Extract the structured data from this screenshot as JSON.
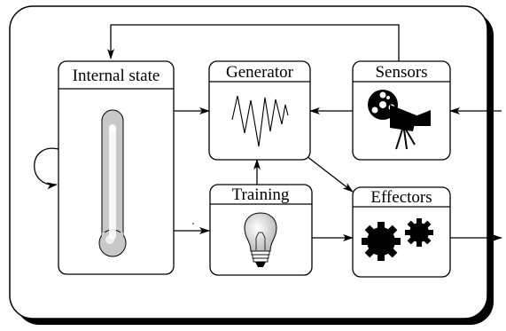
{
  "diagram": {
    "colors": {
      "stroke": "#000000",
      "background": "#ffffff",
      "shadow": "#000000",
      "thermometer_fill": "#c8c8c8",
      "thermometer_highlight": "#ffffff"
    },
    "boxes": {
      "internal_state": {
        "title": "Internal state",
        "icon": "thermometer-icon"
      },
      "generator": {
        "title": "Generator",
        "icon": "zigzag-signal-icon"
      },
      "sensors": {
        "title": "Sensors",
        "icon": "movie-camera-icon"
      },
      "training": {
        "title": "Training",
        "icon": "light-bulb-icon"
      },
      "effectors": {
        "title": "Effectors",
        "icon": "gears-icon"
      }
    }
  }
}
